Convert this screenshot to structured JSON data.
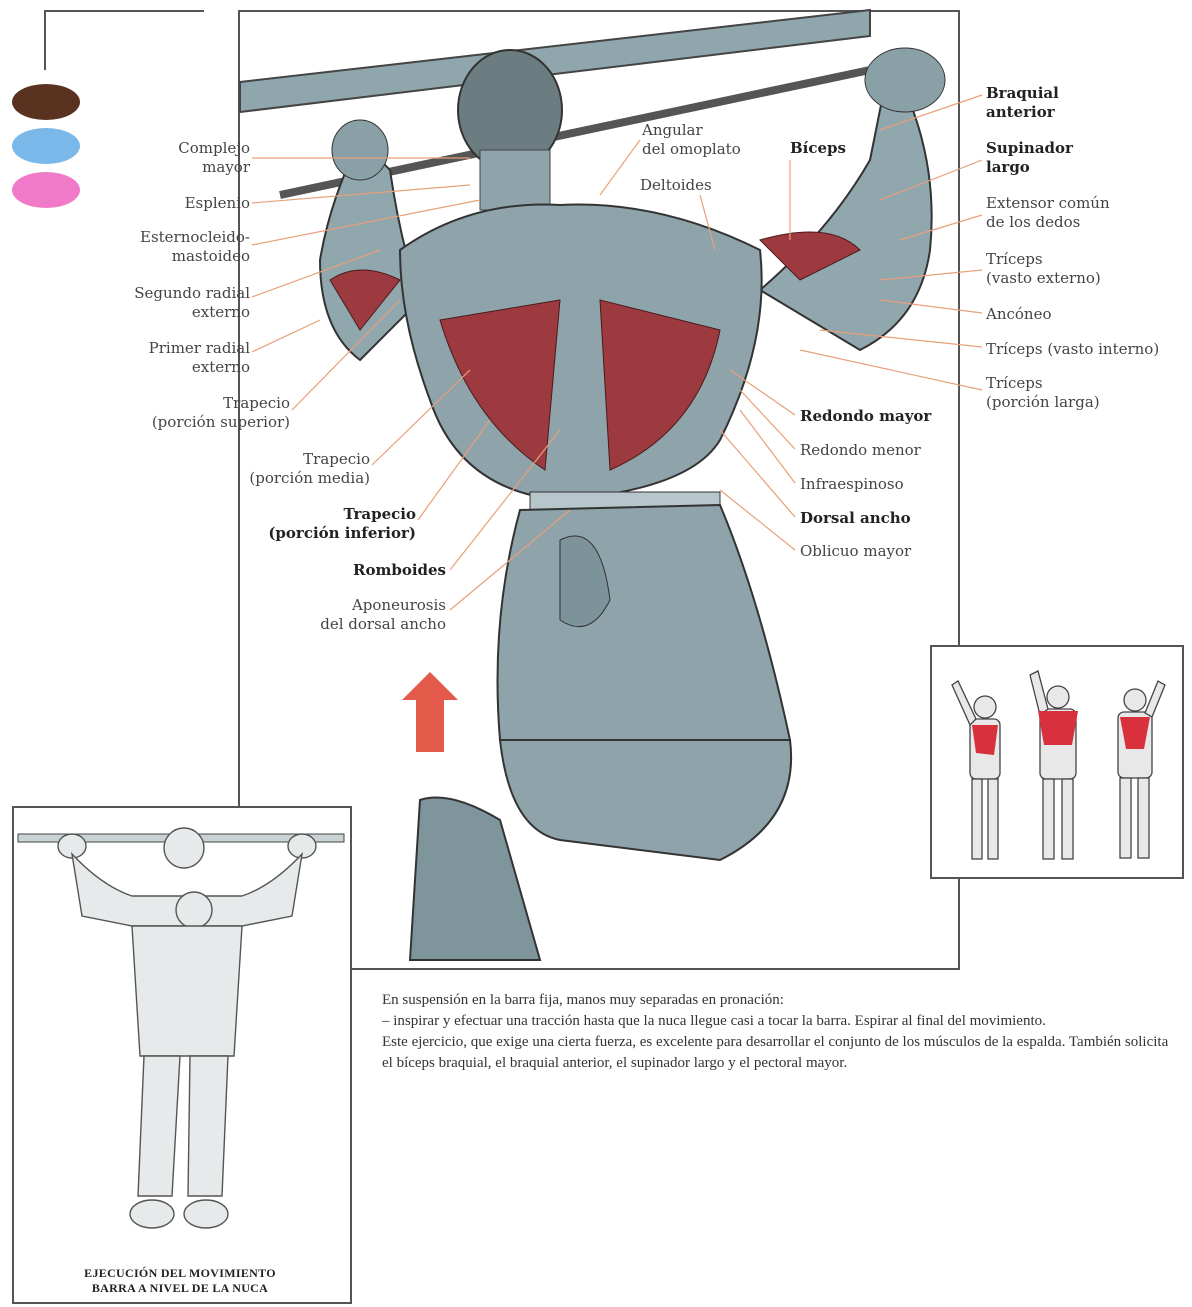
{
  "legend": {
    "colors": [
      "#5a3320",
      "#79b8e8",
      "#f07ac8"
    ]
  },
  "labels_left": [
    {
      "id": "complejo",
      "line1": "Complejo",
      "line2": "mayor"
    },
    {
      "id": "esplenio",
      "line1": "Esplenio",
      "line2": ""
    },
    {
      "id": "esternocleido",
      "line1": "Esternocleido-",
      "line2": "mastoideo"
    },
    {
      "id": "segundo-radial",
      "line1": "Segundo radial",
      "line2": "externo"
    },
    {
      "id": "primer-radial",
      "line1": "Primer radial",
      "line2": "externo"
    },
    {
      "id": "trapecio-sup",
      "line1": "Trapecio",
      "line2": "(porción superior)"
    },
    {
      "id": "trapecio-med",
      "line1": "Trapecio",
      "line2": "(porción media)"
    },
    {
      "id": "trapecio-inf",
      "line1": "Trapecio",
      "line2": "(porción inferior)"
    },
    {
      "id": "romboides",
      "line1": "Romboides",
      "line2": ""
    },
    {
      "id": "aponeurosis",
      "line1": "Aponeurosis",
      "line2": "del dorsal ancho"
    }
  ],
  "labels_center": [
    {
      "id": "angular",
      "line1": "Angular",
      "line2": "del omoplato"
    },
    {
      "id": "deltoides",
      "line1": "Deltoides",
      "line2": ""
    },
    {
      "id": "biceps",
      "line1": "Bíceps",
      "line2": ""
    }
  ],
  "labels_right": [
    {
      "id": "braquial",
      "line1": "Braquial",
      "line2": "anterior"
    },
    {
      "id": "supinador",
      "line1": "Supinador",
      "line2": "largo"
    },
    {
      "id": "extensor",
      "line1": "Extensor común",
      "line2": "de los dedos"
    },
    {
      "id": "triceps-ext",
      "line1": "Tríceps",
      "line2": "(vasto externo)"
    },
    {
      "id": "anconeo",
      "line1": "Ancóneo",
      "line2": ""
    },
    {
      "id": "triceps-int",
      "line1": "Tríceps (vasto interno)",
      "line2": ""
    },
    {
      "id": "triceps-larga",
      "line1": "Tríceps",
      "line2": "(porción larga)"
    },
    {
      "id": "redondo-mayor",
      "line1": "Redondo mayor",
      "line2": ""
    },
    {
      "id": "redondo-menor",
      "line1": "Redondo menor",
      "line2": ""
    },
    {
      "id": "infraespinoso",
      "line1": "Infraespinoso",
      "line2": ""
    },
    {
      "id": "dorsal-ancho",
      "line1": "Dorsal ancho",
      "line2": ""
    },
    {
      "id": "oblicuo",
      "line1": "Oblicuo mayor",
      "line2": ""
    }
  ],
  "description": {
    "p1": "En suspensión en la barra fija, manos muy separadas en pronación:",
    "p2": "– inspirar y efectuar una tracción hasta que la nuca llegue casi a tocar la barra. Espirar al final del movimiento.",
    "p3": "Este ejercicio, que exige una cierta fuerza, es excelente para desarrollar el conjunto de los músculos de la espalda. También solicita el bíceps braquial, el braquial anterior, el supinador largo y el pectoral mayor."
  },
  "caption": {
    "line1": "EJECUCIÓN DEL MOVIMIENTO",
    "line2": "BARRA A NIVEL DE LA NUCA"
  }
}
